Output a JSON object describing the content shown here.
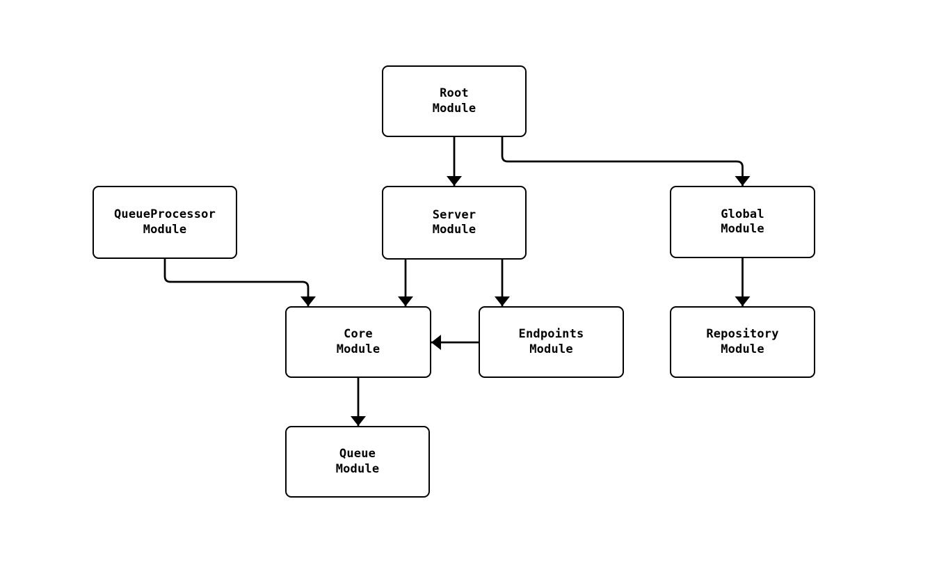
{
  "diagram": {
    "title": "module-dependency-diagram",
    "background_color": "#ffffff",
    "line_color": "#000000",
    "node_fill_color": "#ffffff",
    "nodes": {
      "root": {
        "label": "Root\nModule"
      },
      "queueprocessor": {
        "label": "QueueProcessor\nModule"
      },
      "server": {
        "label": "Server\nModule"
      },
      "global": {
        "label": "Global\nModule"
      },
      "core": {
        "label": "Core\nModule"
      },
      "endpoints": {
        "label": "Endpoints\nModule"
      },
      "repository": {
        "label": "Repository\nModule"
      },
      "queue": {
        "label": "Queue\nModule"
      }
    },
    "edges": [
      {
        "from": "Root Module",
        "to": "Server Module",
        "arrow": "down"
      },
      {
        "from": "Root Module",
        "to": "Global Module",
        "arrow": "down-right-down"
      },
      {
        "from": "QueueProcessor Module",
        "to": "Core Module",
        "arrow": "down-right-down"
      },
      {
        "from": "Server Module",
        "to": "Core Module",
        "arrow": "down"
      },
      {
        "from": "Server Module",
        "to": "Endpoints Module",
        "arrow": "down"
      },
      {
        "from": "Endpoints Module",
        "to": "Core Module",
        "arrow": "left"
      },
      {
        "from": "Global Module",
        "to": "Repository Module",
        "arrow": "down"
      },
      {
        "from": "Core Module",
        "to": "Queue Module",
        "arrow": "down"
      }
    ]
  }
}
